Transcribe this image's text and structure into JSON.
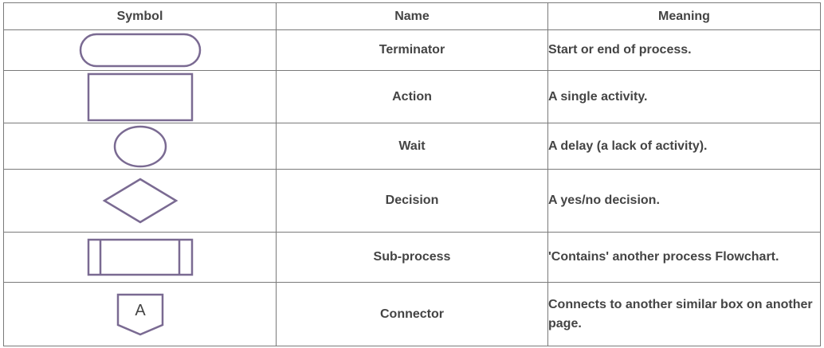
{
  "headers": {
    "symbol": "Symbol",
    "name": "Name",
    "meaning": "Meaning"
  },
  "rows": [
    {
      "icon": "terminator-icon",
      "name": "Terminator",
      "meaning": "Start or end of process."
    },
    {
      "icon": "action-icon",
      "name": "Action",
      "meaning": "A single activity."
    },
    {
      "icon": "wait-icon",
      "name": "Wait",
      "meaning": "A delay (a lack of activity)."
    },
    {
      "icon": "decision-icon",
      "name": "Decision",
      "meaning": "A yes/no decision."
    },
    {
      "icon": "sub-process-icon",
      "name": "Sub-process",
      "meaning": "'Contains' another process Flowchart."
    },
    {
      "icon": "connector-icon",
      "name": "Connector",
      "meaning": "Connects to another similar box on another page.",
      "icon_label": "A"
    }
  ],
  "colors": {
    "shape_stroke": "#7a6a92",
    "border": "#7a7a7a",
    "text": "#444444"
  }
}
